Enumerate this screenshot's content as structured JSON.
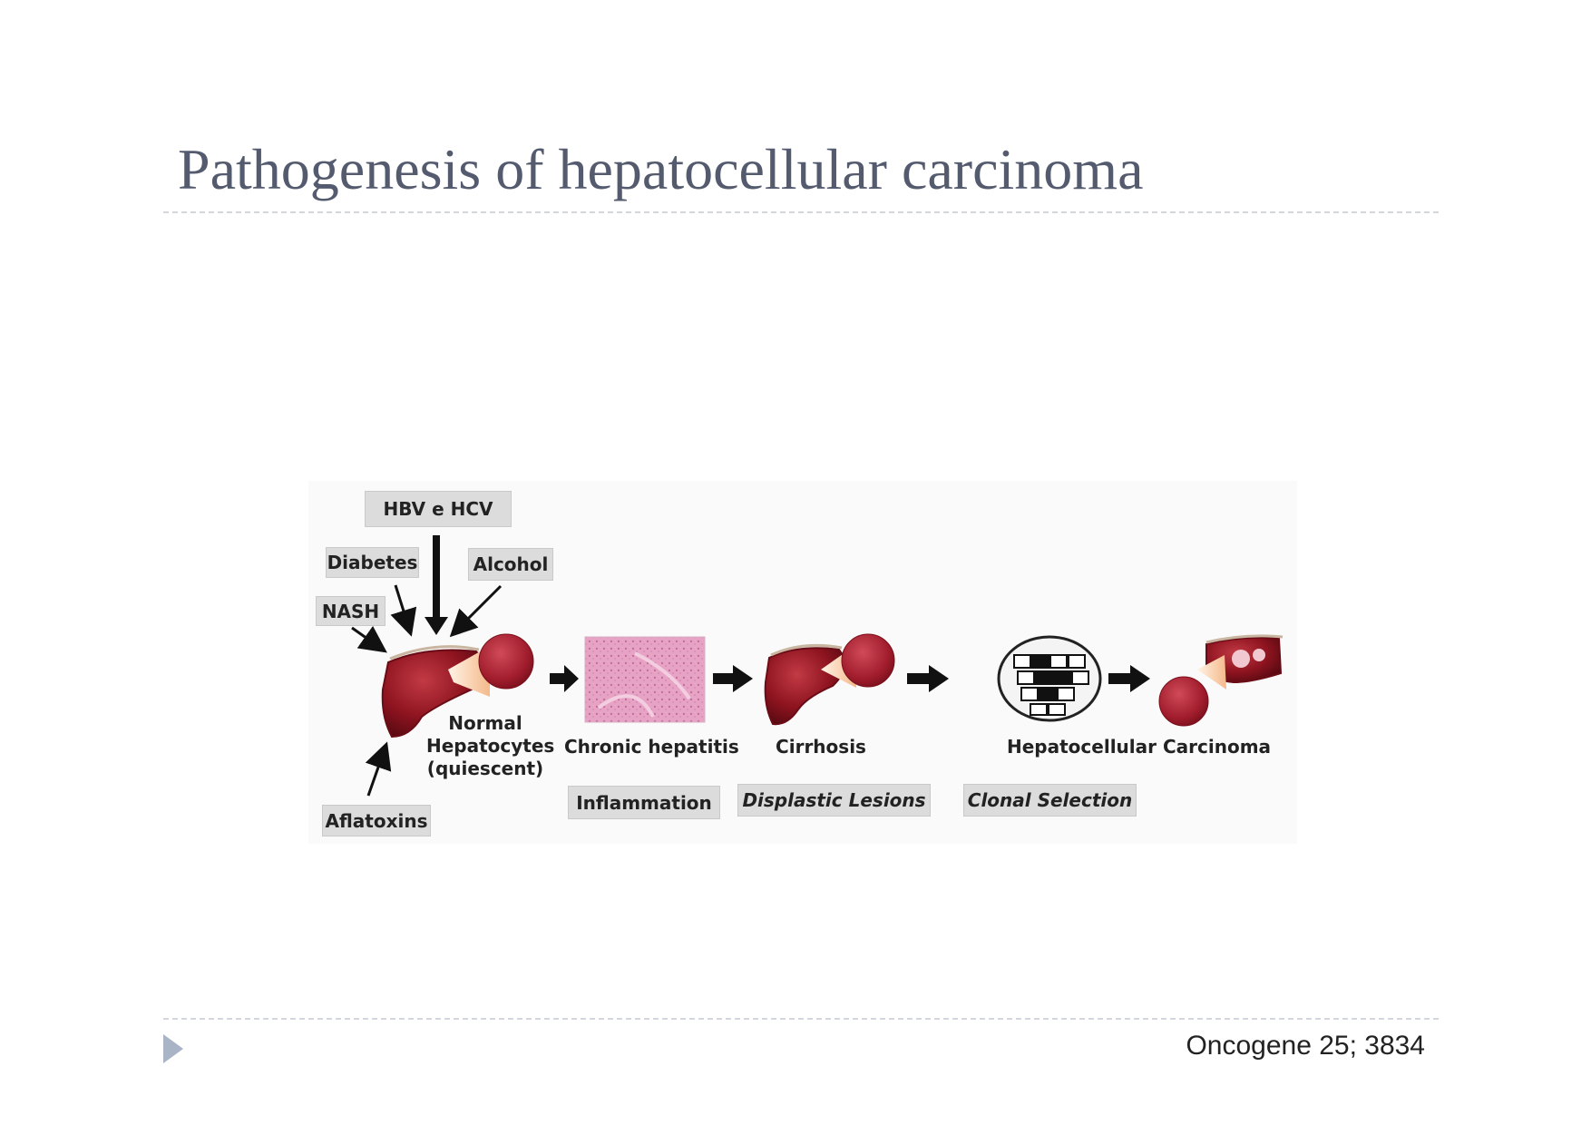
{
  "slide": {
    "title": "Pathogenesis of hepatocellular carcinoma",
    "citation": "Oncogene 25; 3834"
  },
  "diagram": {
    "risk_factors": {
      "hbv_hcv": "HBV e HCV",
      "diabetes": "Diabetes",
      "alcohol": "Alcohol",
      "nash": "NASH",
      "aflatoxins": "Aflatoxins"
    },
    "stages": {
      "normal_line1": "Normal",
      "normal_line2": "Hepatocytes",
      "normal_line3": "(quiescent)",
      "chronic_hepatitis": "Chronic hepatitis",
      "cirrhosis": "Cirrhosis",
      "hcc": "Hepatocellular Carcinoma"
    },
    "processes": {
      "inflammation": "Inflammation",
      "displastic_lesions": "Displastic Lesions",
      "clonal_selection": "Clonal Selection"
    },
    "colors": {
      "liver": "#8e1420",
      "liver_highlight": "#c23a44",
      "tissue": "#e7a3c4",
      "label_box": "#dcdcdc",
      "text": "#555b6e"
    }
  }
}
